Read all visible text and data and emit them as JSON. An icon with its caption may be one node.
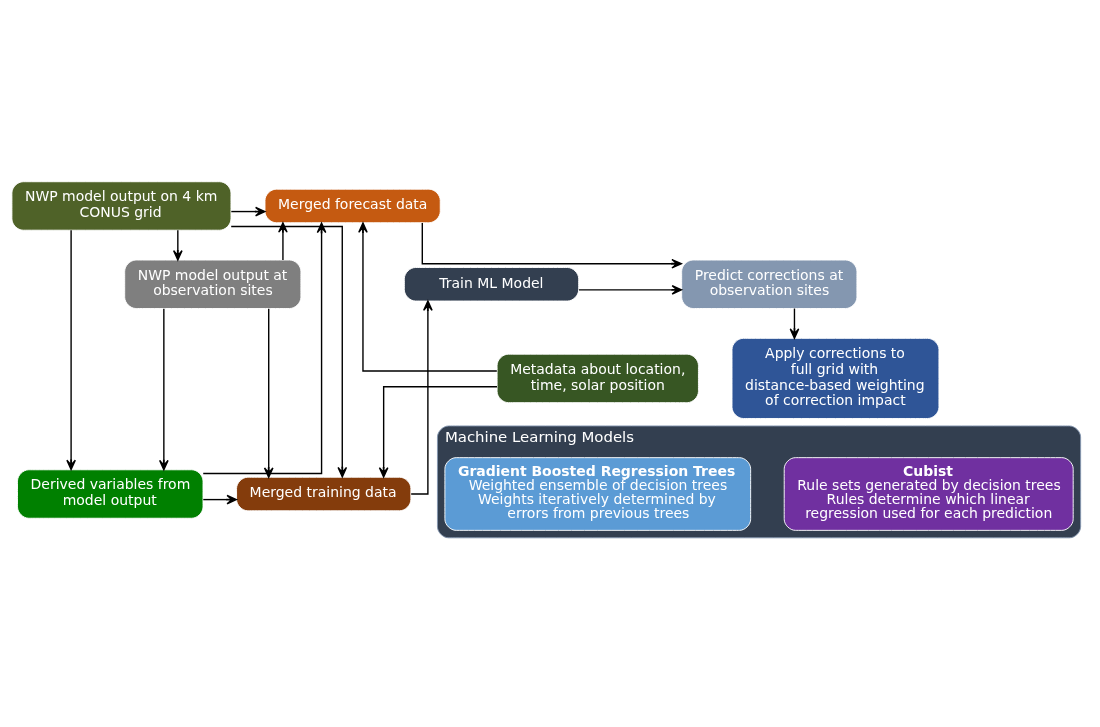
{
  "diagram": {
    "nodes": [
      {
        "text": [
          "NWP model output on 4 km CONUS grid"
        ]
      },
      {
        "text": [
          "Merged forecast data"
        ]
      },
      {
        "text": [
          "NWP model output at observation sites"
        ]
      },
      {
        "text": [
          "Train ML Model"
        ]
      },
      {
        "text": [
          "Predict corrections at observation sites"
        ]
      },
      {
        "text": [
          "Derived variables from model output"
        ]
      },
      {
        "text": [
          "Merged training data"
        ]
      },
      {
        "text": [
          "Apply corrections to full grid with distance-based weighting of correction impact"
        ]
      },
      {
        "text": [
          "Metadata about location, time, solar position"
        ]
      },
      {
        "text": [
          "Machine Learning Models"
        ]
      },
      {
        "text": [
          "Gradient Boosted Regression Trees",
          "Weighted ensemble of decision trees",
          "Weights iteratively determined by errors from previous trees"
        ],
        "in": 9
      },
      {
        "text": [
          "Cubist",
          "Rule sets generated by decision trees",
          "Rules determine which linear regression used for each prediction"
        ],
        "in": 9
      }
    ],
    "edges": [
      {
        "from": 0,
        "to": 2,
        "arrow": "to"
      },
      {
        "from": 2,
        "to": 5,
        "arrow": "to"
      },
      {
        "from": 0,
        "to": 5,
        "arrow": "to"
      },
      {
        "from": 0,
        "to": 1,
        "arrow": "to"
      },
      {
        "from": 2,
        "to": 1,
        "arrow": "to"
      },
      {
        "from": 5,
        "to": 1,
        "arrow": "to"
      },
      {
        "from": 8,
        "to": 1,
        "arrow": "to"
      },
      {
        "from": 0,
        "to": 6,
        "arrow": "to"
      },
      {
        "from": 2,
        "to": 6,
        "arrow": "to"
      },
      {
        "from": 5,
        "to": 6,
        "arrow": "to"
      },
      {
        "from": 8,
        "to": 6,
        "arrow": "to"
      },
      {
        "from": 6,
        "to": 3,
        "arrow": "to"
      },
      {
        "from": 3,
        "to": 4,
        "arrow": "to"
      },
      {
        "from": 1,
        "to": 4,
        "arrow": "to"
      },
      {
        "from": 4,
        "to": 7,
        "arrow": "to"
      }
    ]
  }
}
